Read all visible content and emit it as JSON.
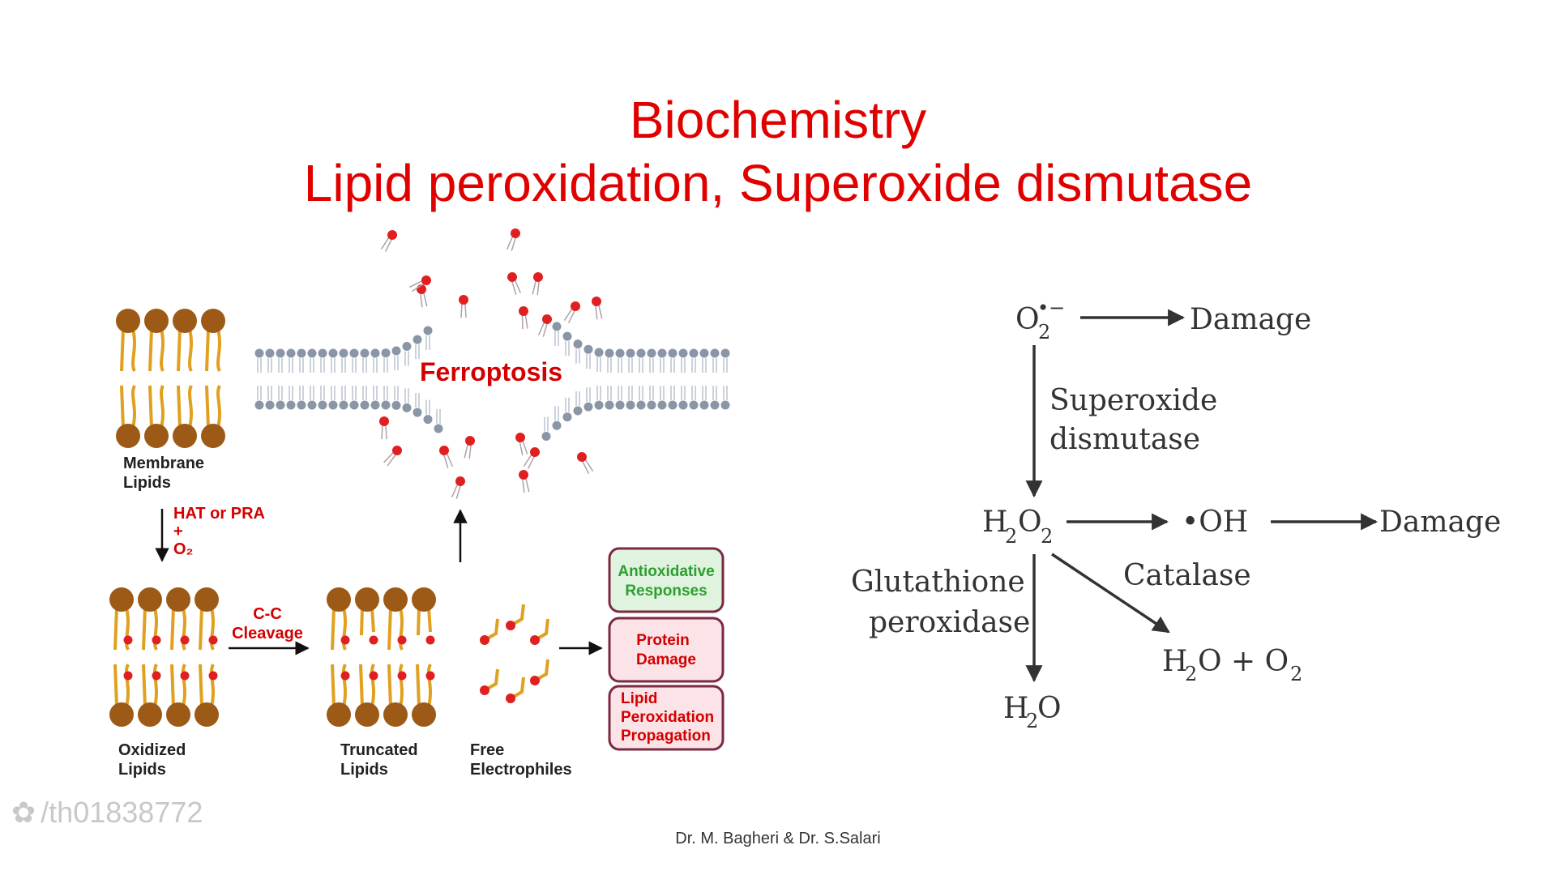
{
  "slide": {
    "title_line1": "Biochemistry",
    "title_line2": "Lipid peroxidation, Superoxide dismutase",
    "footer": "Dr. M. Bagheri & Dr. S.Salari",
    "watermark": "/th01838772"
  },
  "lipid_figure": {
    "ferroptosis_label": "Ferroptosis",
    "membrane_lipids": [
      "Membrane",
      "Lipids"
    ],
    "oxidation_step": [
      "HAT or PRA",
      "+",
      "O₂"
    ],
    "oxidized_lipids": [
      "Oxidized",
      "Lipids"
    ],
    "cleavage_step": [
      "C-C",
      "Cleavage"
    ],
    "truncated_lipids": [
      "Truncated",
      "Lipids"
    ],
    "free_electrophiles": [
      "Free",
      "Electrophiles"
    ],
    "outcomes": [
      {
        "lines": [
          "Antioxidative",
          "Responses"
        ],
        "color": "#2e9e2e",
        "fill": "#dff3df"
      },
      {
        "lines": [
          "Protein",
          "Damage"
        ],
        "color": "#d40000",
        "fill": "#fbe3e7"
      },
      {
        "lines": [
          "Lipid",
          "Peroxidation",
          "Propagation"
        ],
        "color": "#d40000",
        "fill": "#fbe3e7"
      }
    ],
    "colors": {
      "head": "#9c5a16",
      "tail": "#e0a020",
      "red": "#e02020",
      "membrane_head": "#8a95a6",
      "outcome_border": "#7a2a42"
    }
  },
  "sod_diagram": {
    "superoxide": "O",
    "superoxide_sub": "2",
    "superoxide_sup": "•−",
    "damage_top": "Damage",
    "sod_label": [
      "Superoxide",
      "dismutase"
    ],
    "h2o2": {
      "a": "H",
      "b": "2",
      "c": "O",
      "d": "2"
    },
    "hydroxyl": "•OH",
    "damage_right": "Damage",
    "glutathione_label": [
      "Glutathione",
      "peroxidase"
    ],
    "catalase_label": "Catalase",
    "catalase_product": {
      "a": "H",
      "b": "2",
      "c": "O + O",
      "d": "2"
    },
    "water": {
      "a": "H",
      "b": "2",
      "c": "O"
    }
  }
}
